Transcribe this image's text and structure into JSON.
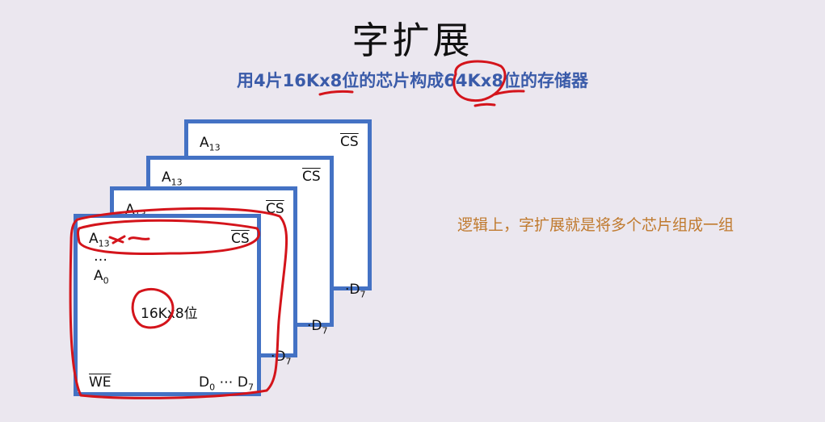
{
  "title": "字扩展",
  "subtitle": "用4片16Kx8位的芯片构成64Kx8位的存储器",
  "note": "逻辑上，字扩展就是将多个芯片组成一组",
  "chips": {
    "addr_high": "A",
    "addr_high_sub": "13",
    "addr_low": "A",
    "addr_low_sub": "0",
    "dots": "…",
    "cs": "CS",
    "we": "WE",
    "capacity": "16Kx8位",
    "d_high": "D",
    "d_high_sub": "7",
    "d_low": "D",
    "d_low_sub": "0",
    "d_range_sep": "⋯"
  },
  "colors": {
    "chip_border": "#4472c4",
    "annotation": "#d4141b",
    "subtitle": "#3a5ba9",
    "note": "#c07a2e"
  }
}
